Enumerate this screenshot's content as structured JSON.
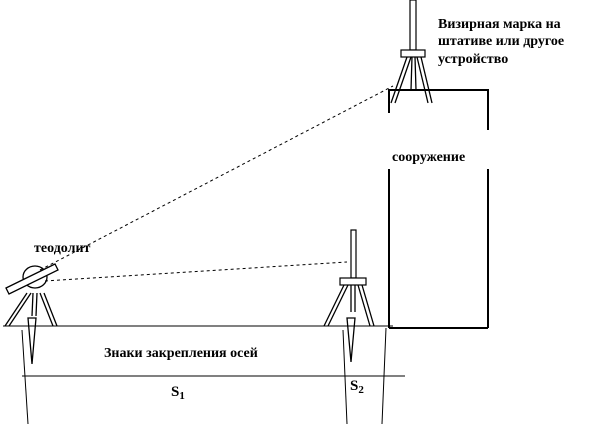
{
  "labels": {
    "target_line1": "Визирная марка на",
    "target_line2": "штативе или другое",
    "target_line3": "устройство",
    "structure": "сооружение",
    "theodolite": "теодолит",
    "axis_marks": "Знаки закрепления осей",
    "s1_letter": "S",
    "s1_index": "1",
    "s2_letter": "S",
    "s2_index": "2"
  },
  "colors": {
    "ink": "#000000",
    "background": "#ffffff"
  }
}
